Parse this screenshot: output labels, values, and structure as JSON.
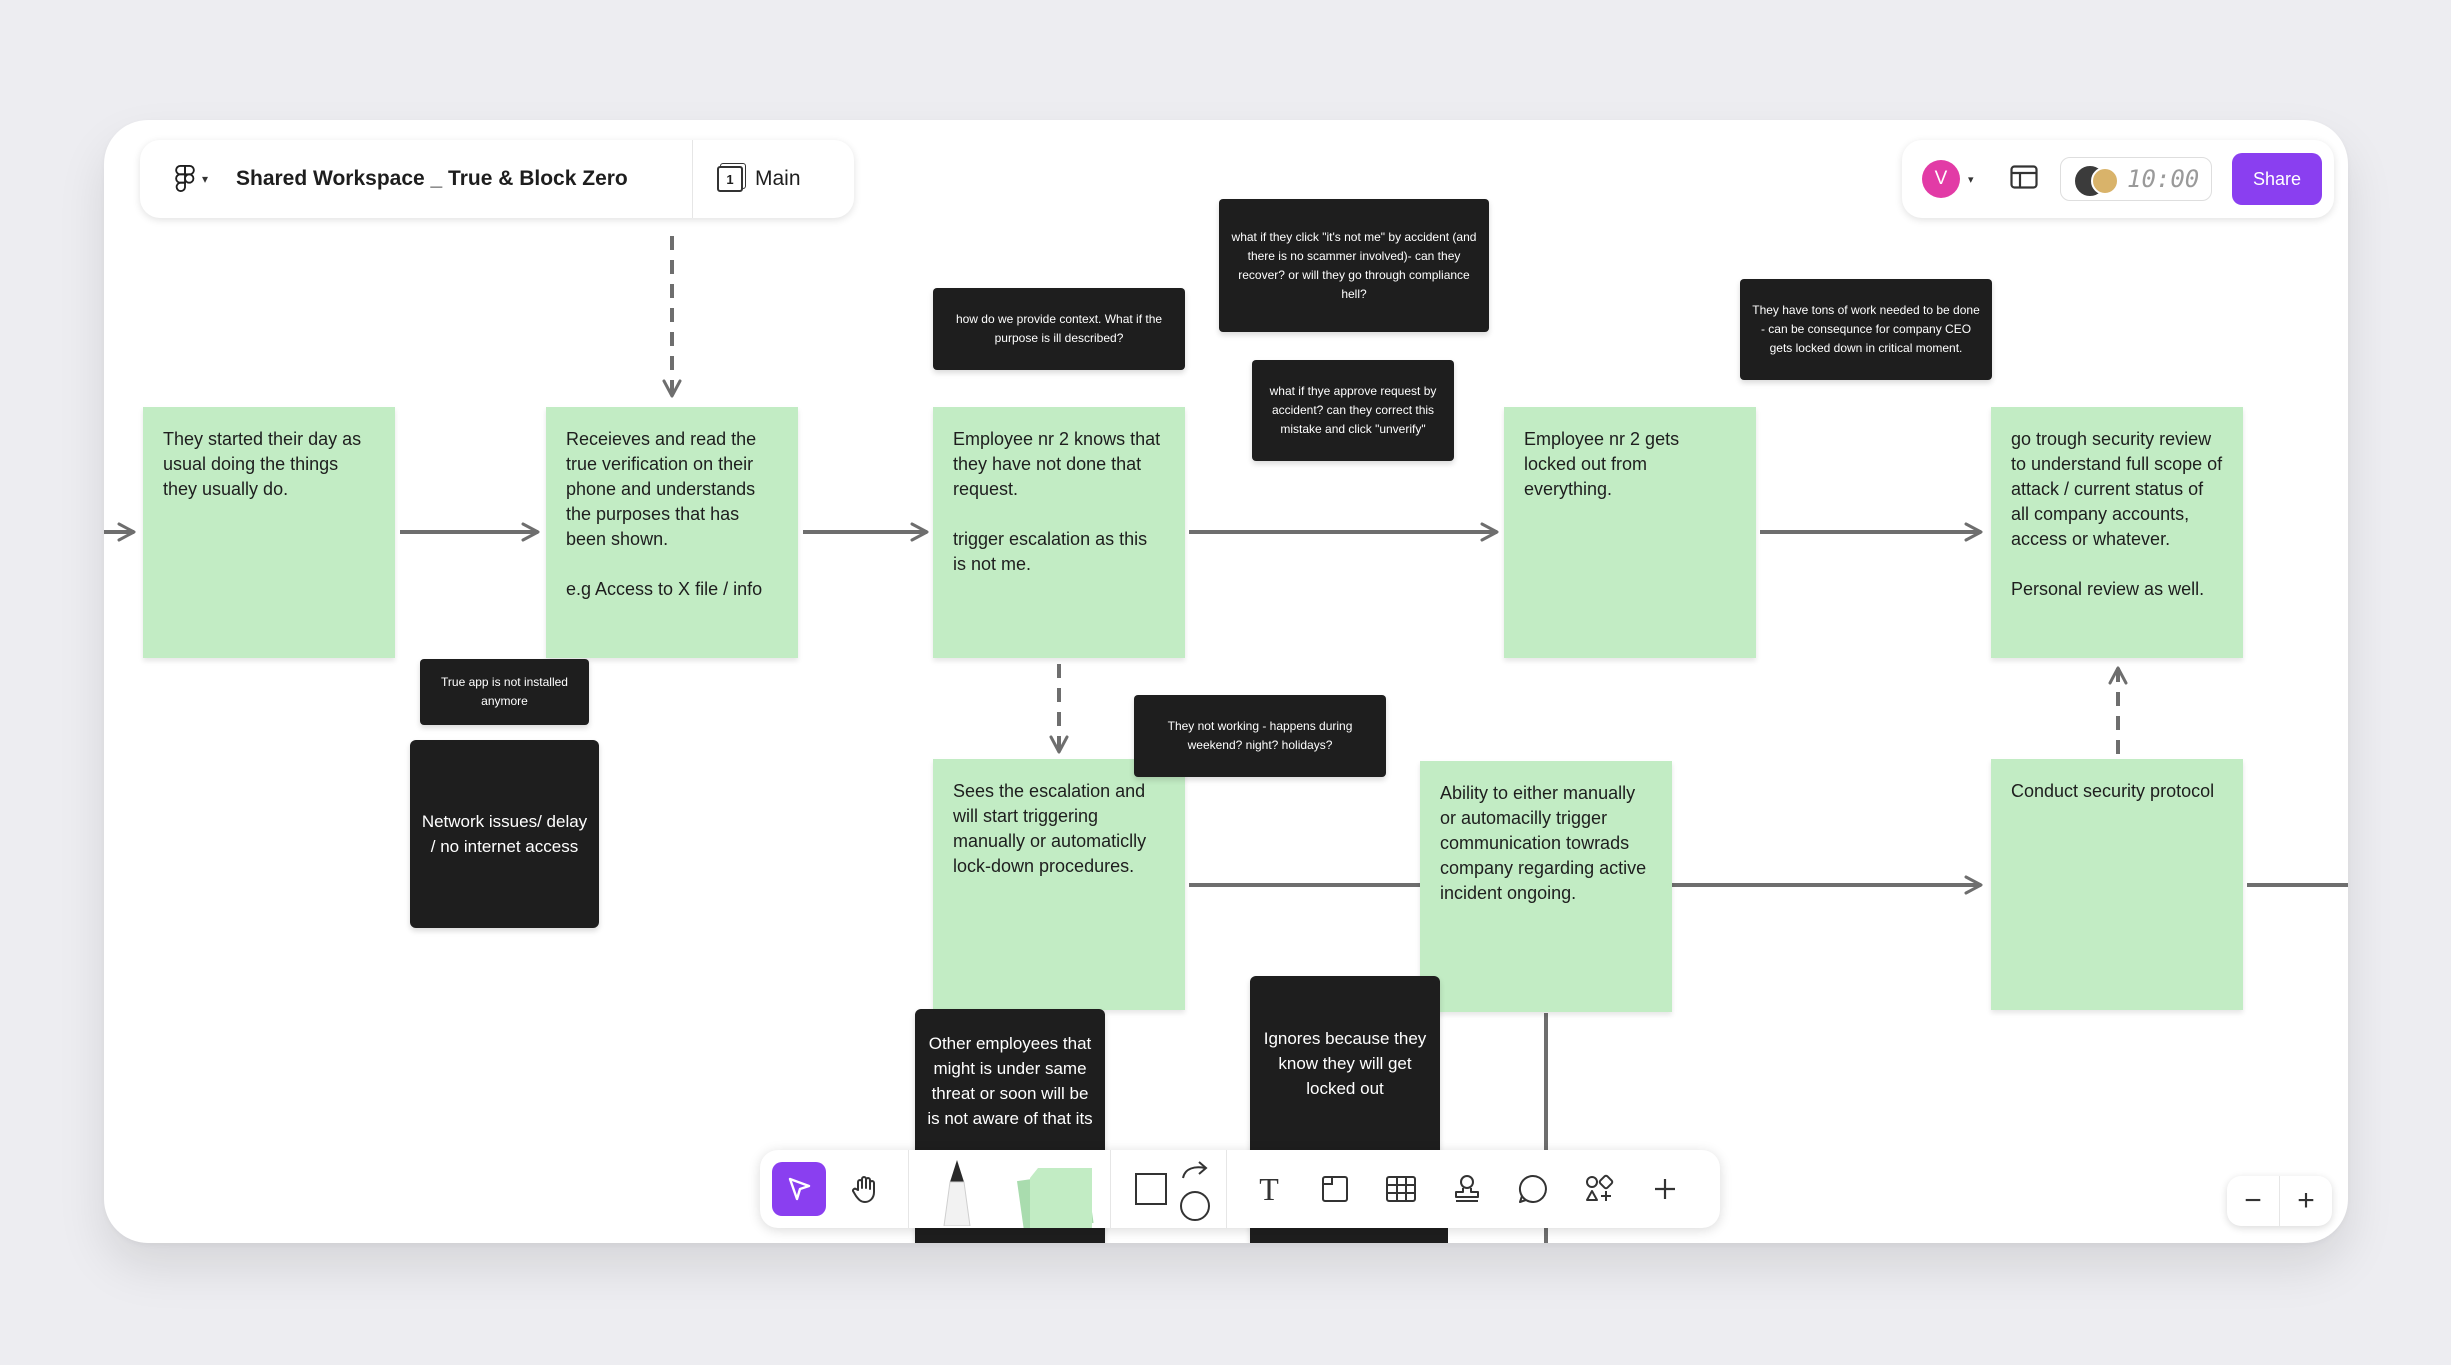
{
  "header": {
    "file_name": "Shared Workspace _ True & Block Zero",
    "page_number": "1",
    "page_name": "Main"
  },
  "collab": {
    "avatar_initial": "V",
    "timer": "10:00",
    "share_label": "Share"
  },
  "notes": [
    {
      "text": "They started their day as usual doing the things they usually do."
    },
    {
      "text": "Receieves and read the true verification on their phone and understands the purposes that has been shown.\n\ne.g  Access to X file / info"
    },
    {
      "text": "Employee nr 2 knows that they have not done that request.\n\n trigger escalation as this is not me."
    },
    {
      "text": "Employee nr 2 gets locked out from everything."
    },
    {
      "text": "go trough security review to understand full scope of attack / current status of all company accounts, access or whatever.\n\nPersonal review as well."
    },
    {
      "text": "Sees the escalation and will start triggering manually or automaticlly lock-down procedures."
    },
    {
      "text": "Ability to either manually or automacilly trigger communication towrads company regarding active incident ongoing."
    },
    {
      "text": "Conduct security protocol"
    }
  ],
  "dark_notes": [
    {
      "text": "how do we provide context. What if the purpose is ill described?"
    },
    {
      "text": "what if they click \"it's not me\" by accident (and there is no scammer involved)- can they recover? or will they go through compliance hell?"
    },
    {
      "text": "what if thye approve request by accident? can they correct this mistake and click \"unverify\""
    },
    {
      "text": "They have tons of work needed to be done - can be consequnce for company CEO gets locked down in critical moment."
    },
    {
      "text": "True app is not installed anymore"
    },
    {
      "text": "Network issues/ delay / no internet access"
    },
    {
      "text": "They not working - happens during weekend? night? holidays?"
    },
    {
      "text": "Other employees that might is under same threat or soon will be is not aware of that its"
    },
    {
      "text": "Ignores because they know they will get locked out"
    }
  ],
  "colors": {
    "sticky_green": "#c2ecc4",
    "dark_note": "#1e1e1e",
    "accent_purple": "#8a3ff0",
    "avatar_pink": "#e23ba6",
    "canvas_bg": "#ffffff",
    "outer_bg": "#ededf1"
  },
  "icons": {
    "main_menu": "figma-logo-icon",
    "page": "page-icon",
    "layout": "layout-icon",
    "tools": [
      "cursor-icon",
      "hand-icon",
      "pen-icon",
      "sticky-note-icon",
      "shape-icon",
      "connector-icon",
      "text-icon",
      "section-icon",
      "table-icon",
      "stamp-icon",
      "comment-icon",
      "widgets-icon",
      "plus-icon"
    ]
  },
  "toolbar": {
    "text_tool": "T"
  },
  "zoom": {
    "minus": "−",
    "plus": "+"
  }
}
